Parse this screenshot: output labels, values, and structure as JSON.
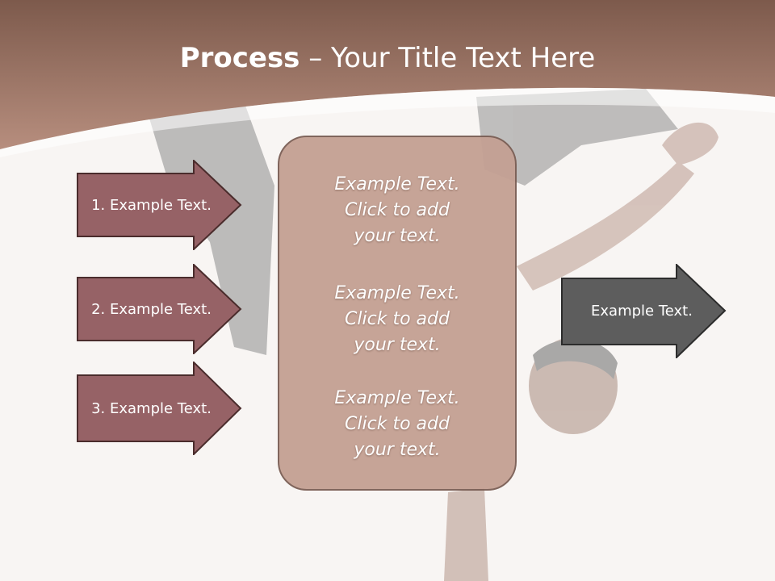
{
  "slide": {
    "title_bold": "Process",
    "title_rest": " – Your Title Text Here",
    "input_arrows": [
      {
        "label": "1. Example Text."
      },
      {
        "label": "2. Example Text."
      },
      {
        "label": "3. Example Text."
      }
    ],
    "center_blocks": [
      {
        "line1": "Example Text.",
        "line2": "Click  to add",
        "line3": "your text."
      },
      {
        "line1": "Example Text.",
        "line2": "Click  to add",
        "line3": "your text."
      },
      {
        "line1": "Example Text.",
        "line2": "Click  to add",
        "line3": "your text."
      }
    ],
    "output_arrow": {
      "label": "Example Text."
    }
  },
  "colors": {
    "header_top": "#7d5a4c",
    "header_bottom": "#b78e7e",
    "input_arrow_fill": "#966266",
    "center_fill": "#c4a093",
    "output_arrow_fill": "#5d5d5d"
  },
  "icons": [
    "breakdancer-photo"
  ]
}
